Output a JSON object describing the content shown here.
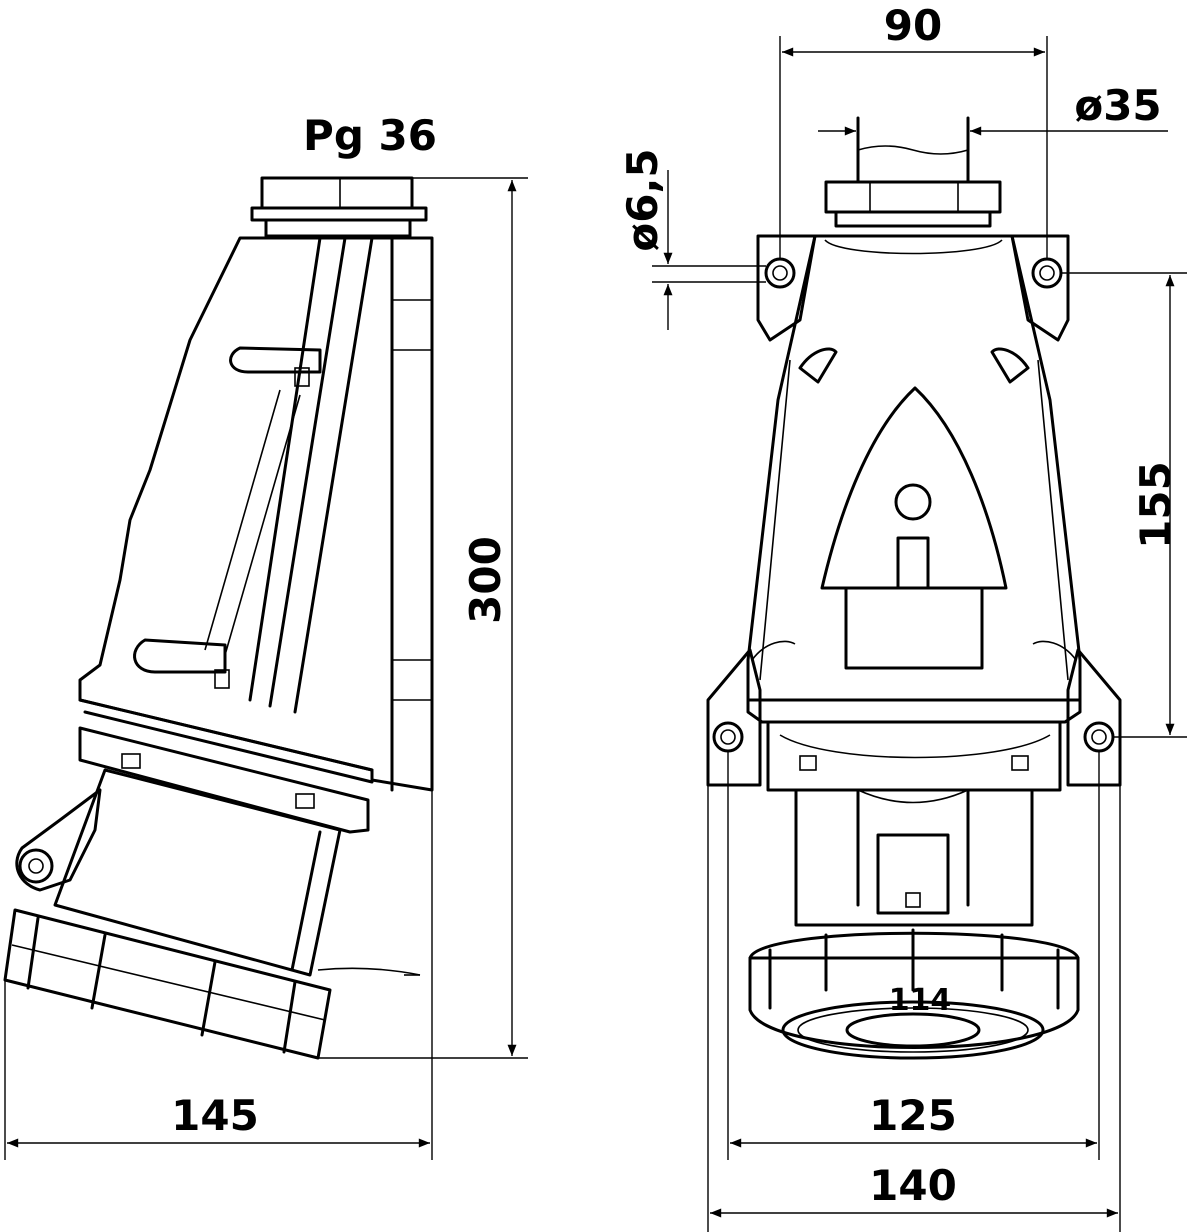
{
  "drawing": {
    "dimensions": {
      "pg": "Pg 36",
      "height_total": "300",
      "width_side": "145",
      "width_top": "90",
      "diameter_35": "ø35",
      "diameter_6_5": "ø6,5",
      "height_holes": "155",
      "width_holes": "125",
      "width_front": "140",
      "ring_mark": "114"
    }
  }
}
